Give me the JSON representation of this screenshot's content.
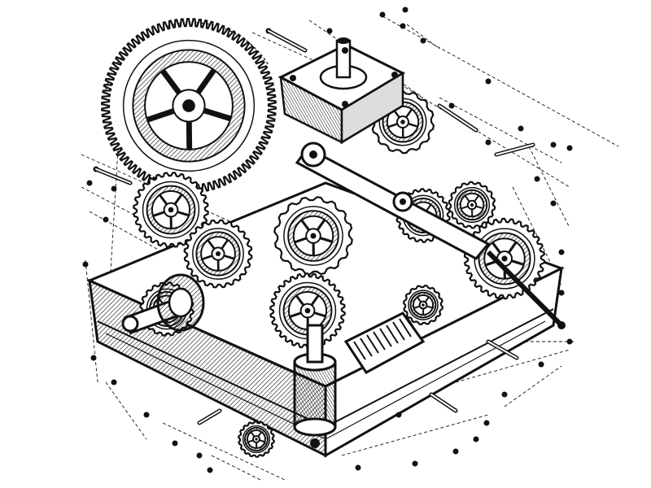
{
  "artwork": {
    "subject": "isometric-mechanical-gear-assembly-illustration",
    "style": "black-ink-engraving-line-art",
    "colors": {
      "background": "#ffffff",
      "ink": "#111111",
      "shade": "#2a2a2a",
      "light": "#ffffff"
    },
    "components": [
      "large-spur-gear",
      "stepper-motor",
      "lever-arm",
      "central-crank-gear",
      "front-drive-motor",
      "heat-sink-module",
      "front-pulley-wheel",
      "right-gear-wheel",
      "left-pulley-assembly",
      "shaft-pins",
      "dashed-guide-lines"
    ]
  }
}
